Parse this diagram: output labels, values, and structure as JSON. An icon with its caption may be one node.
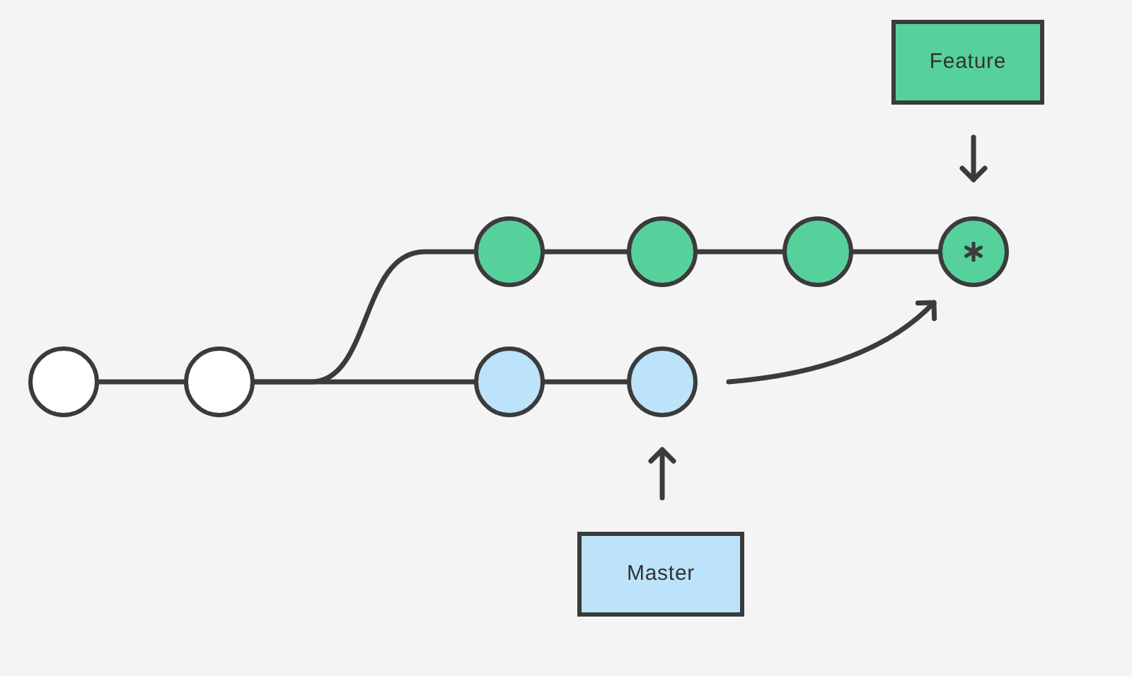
{
  "diagram": {
    "nodes": [
      {
        "text": [],
        "shape": "circle"
      },
      {
        "text": [],
        "shape": "circle"
      },
      {
        "text": [],
        "shape": "circle"
      },
      {
        "text": [],
        "shape": "circle"
      },
      {
        "text": [],
        "shape": "circle"
      },
      {
        "text": [],
        "shape": "circle"
      },
      {
        "text": [],
        "shape": "circle"
      },
      {
        "text": [],
        "shape": "circle"
      },
      {
        "text": [
          "Feature"
        ]
      },
      {
        "text": [
          "Master"
        ]
      }
    ],
    "edges": [
      {
        "from": 0,
        "to": 1,
        "arrow": "none"
      },
      {
        "from": 1,
        "to": 2,
        "arrow": "none"
      },
      {
        "from": 1,
        "to": 6,
        "arrow": "none"
      },
      {
        "from": 2,
        "to": 3,
        "arrow": "none"
      },
      {
        "from": 3,
        "to": 4,
        "arrow": "none"
      },
      {
        "from": 4,
        "to": 5,
        "arrow": "none"
      },
      {
        "from": 6,
        "to": 7,
        "arrow": "none"
      },
      {
        "from": 7,
        "to": 5,
        "arrow": "to"
      },
      {
        "from": 8,
        "to": 5,
        "arrow": "to"
      },
      {
        "from": 9,
        "to": 7,
        "arrow": "to"
      }
    ]
  }
}
